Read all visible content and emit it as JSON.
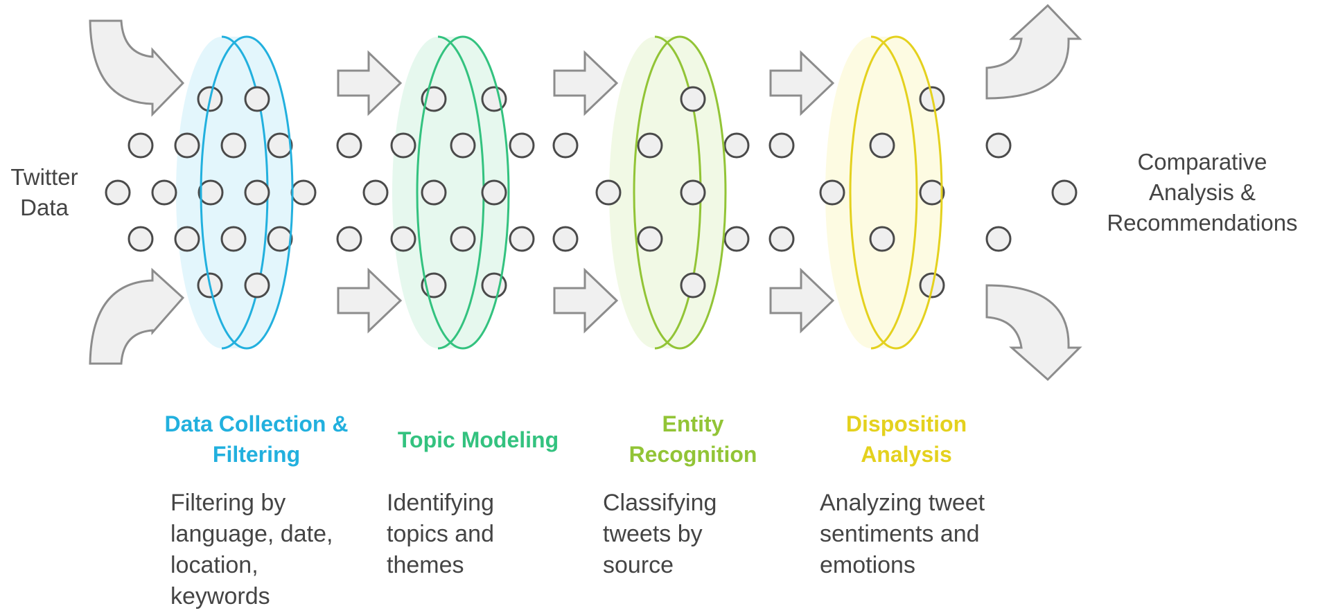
{
  "input_label": "Twitter\nData",
  "output_label": "Comparative\nAnalysis &\nRecommendations",
  "stages": [
    {
      "title": "Data Collection &\nFiltering",
      "description": "Filtering by\nlanguage, date,\nlocation,\nkeywords",
      "color": "#22B0DE",
      "fill": "#E3F6FC"
    },
    {
      "title": "Topic Modeling",
      "description": "Identifying\ntopics and\nthemes",
      "color": "#33C27F",
      "fill": "#E6F8EE"
    },
    {
      "title": "Entity\nRecognition",
      "description": "Classifying\ntweets by\nsource",
      "color": "#92C436",
      "fill": "#F1F9E5"
    },
    {
      "title": "Disposition\nAnalysis",
      "description": "Analyzing tweet\nsentiments and\nemotions",
      "color": "#E4D11E",
      "fill": "#FDFBE2"
    }
  ],
  "colors": {
    "arrow_fill": "#F0F0F0",
    "arrow_stroke": "#8C8C8C",
    "dot_fill": "#EFEFEF",
    "dot_stroke": "#4A4A4A"
  }
}
